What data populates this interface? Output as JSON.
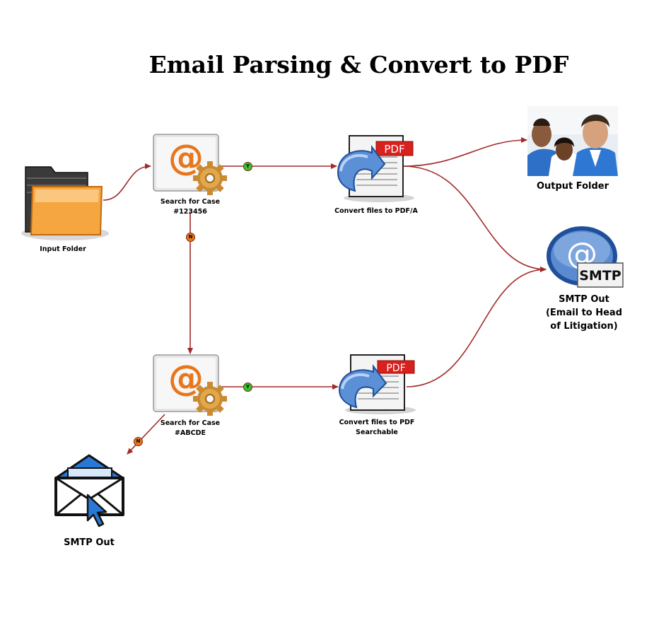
{
  "title": "Email Parsing & Convert to PDF",
  "nodes": {
    "input_folder": {
      "label": "Input Folder"
    },
    "search_case_1": {
      "label_line1": "Search for Case",
      "label_line2": "#123456"
    },
    "search_case_2": {
      "label_line1": "Search for Case",
      "label_line2": "#ABCDE"
    },
    "convert_pdfa": {
      "label": "Convert files to PDF/A",
      "badge": "PDF"
    },
    "convert_searchable": {
      "label_line1": "Convert files to PDF",
      "label_line2": "Searchable",
      "badge": "PDF"
    },
    "output_folder": {
      "label": "Output Folder"
    },
    "smtp_head": {
      "label_line1": "SMTP Out",
      "label_line2": "(Email to Head",
      "label_line3": "of Litigation)",
      "badge": "SMTP"
    },
    "smtp_out": {
      "label": "SMTP Out"
    }
  },
  "connectors": {
    "yes": "Y",
    "no": "N"
  },
  "colors": {
    "wire": "#a12a2a",
    "yes_badge": "#35c335",
    "no_badge": "#e8761c",
    "pdf_badge": "#d8201c"
  }
}
